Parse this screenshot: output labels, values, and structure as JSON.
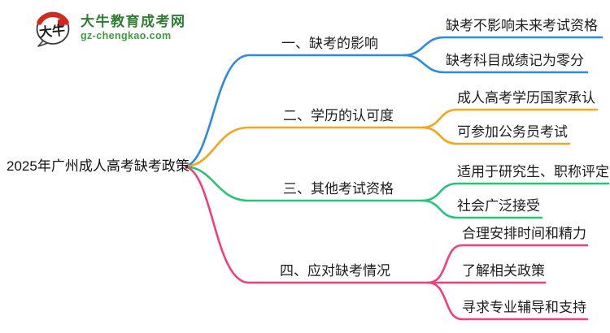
{
  "logo": {
    "icon_text": "大牛",
    "title": "大牛教育成考网",
    "domain": "gz-chengkao.com",
    "title_color": "#2e7d32",
    "domain_color": "#3c9c40",
    "badge_red": "#d5281e",
    "badge_outline": "#3a3a3a"
  },
  "root": {
    "label": "2025年广州成人高考缺考政策",
    "color": "#111111"
  },
  "branches": [
    {
      "label": "一、缺考的影响",
      "color": "#2b89e8",
      "children": [
        {
          "label": "缺考不影响未来考试资格"
        },
        {
          "label": "缺考科目成绩记为零分"
        }
      ]
    },
    {
      "label": "二、学历的认可度",
      "color": "#f7a416",
      "children": [
        {
          "label": "成人高考学历国家承认"
        },
        {
          "label": "可参加公务员考试"
        }
      ]
    },
    {
      "label": "三、其他考试资格",
      "color": "#26c477",
      "children": [
        {
          "label": "适用于研究生、职称评定"
        },
        {
          "label": "社会广泛接受"
        }
      ]
    },
    {
      "label": "四、应对缺考情况",
      "color": "#f13e7d",
      "children": [
        {
          "label": "合理安排时间和精力"
        },
        {
          "label": "了解相关政策"
        },
        {
          "label": "寻求专业辅导和支持"
        }
      ]
    }
  ]
}
